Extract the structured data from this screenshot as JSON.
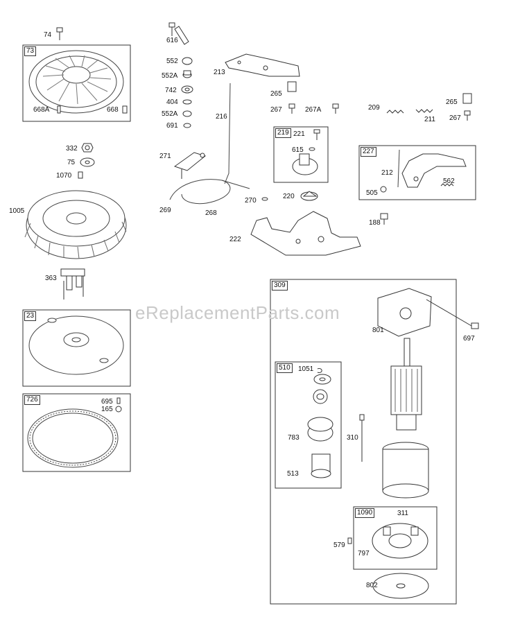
{
  "watermark": "eReplacementParts.com",
  "boxes": {
    "b73": "73",
    "b23": "23",
    "b726": "726",
    "b219": "219",
    "b227": "227",
    "b309": "309",
    "b510": "510",
    "b1090": "1090"
  },
  "labels": {
    "l74": "74",
    "l668A": "668A",
    "l668": "668",
    "l332": "332",
    "l75": "75",
    "l1070": "1070",
    "l1005": "1005",
    "l363": "363",
    "l695": "695",
    "l165": "165",
    "l616": "616",
    "l552": "552",
    "l552A_1": "552A",
    "l742": "742",
    "l404": "404",
    "l552A_2": "552A",
    "l691": "691",
    "l271": "271",
    "l269": "269",
    "l268": "268",
    "l216": "216",
    "l213": "213",
    "l265_1": "265",
    "l267_1": "267",
    "l267A": "267A",
    "l221": "221",
    "l615": "615",
    "l220": "220",
    "l270": "270",
    "l222": "222",
    "l209": "209",
    "l211": "211",
    "l265_2": "265",
    "l267_2": "267",
    "l212": "212",
    "l505": "505",
    "l562": "562",
    "l188": "188",
    "l801": "801",
    "l697": "697",
    "l1051": "1051",
    "l783": "783",
    "l513": "513",
    "l310": "310",
    "l311": "311",
    "l579": "579",
    "l797": "797",
    "l802": "802"
  }
}
